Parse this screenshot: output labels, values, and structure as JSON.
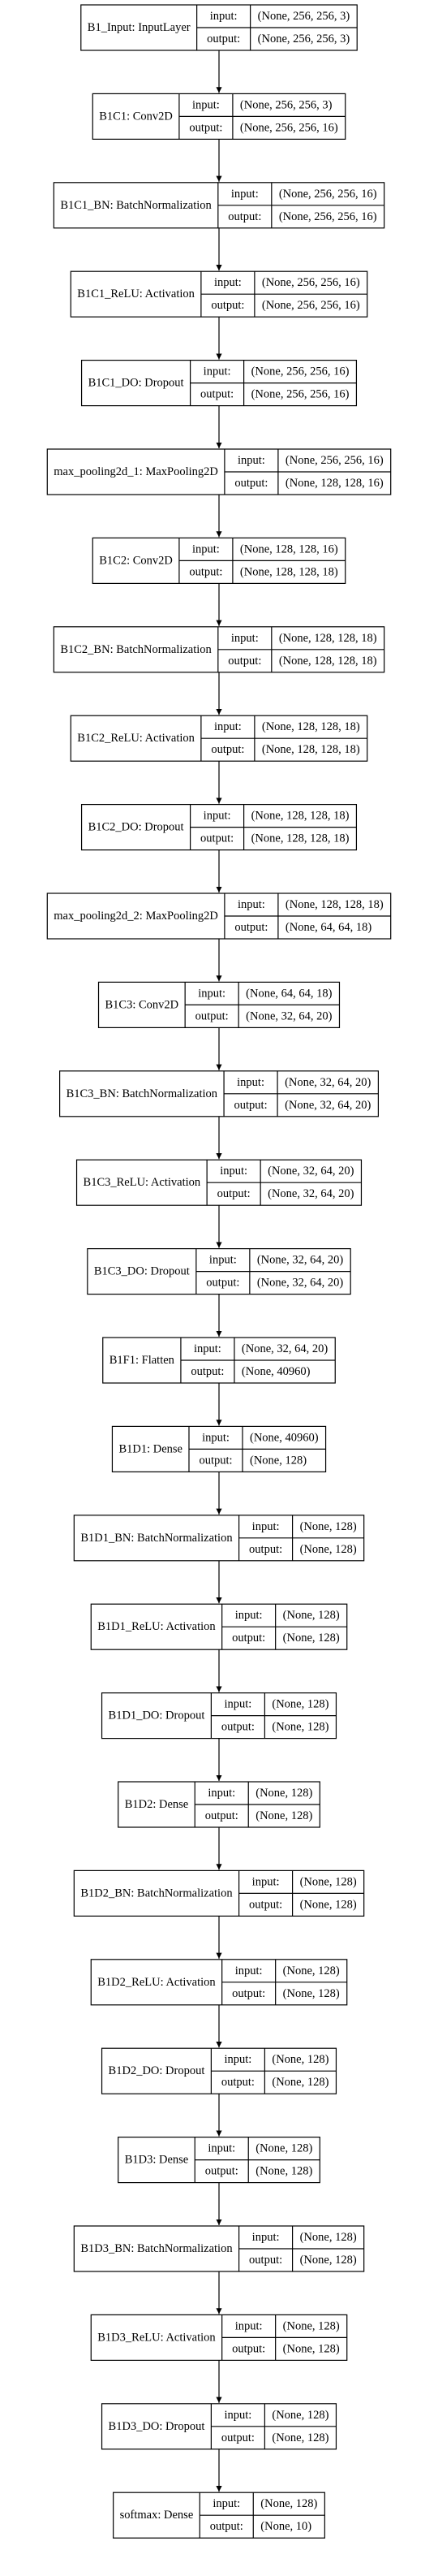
{
  "diagram": {
    "title": "",
    "port_labels": {
      "input": "input:",
      "output": "output:"
    },
    "colors": {
      "background": "#ffffff",
      "stroke": "#000000",
      "text": "#000000"
    },
    "layers": [
      {
        "label": "B1_Input: InputLayer",
        "input": "(None, 256, 256, 3)",
        "output": "(None, 256, 256, 3)"
      },
      {
        "label": "B1C1: Conv2D",
        "input": "(None, 256, 256, 3)",
        "output": "(None, 256, 256, 16)"
      },
      {
        "label": "B1C1_BN: BatchNormalization",
        "input": "(None, 256, 256, 16)",
        "output": "(None, 256, 256, 16)"
      },
      {
        "label": "B1C1_ReLU: Activation",
        "input": "(None, 256, 256, 16)",
        "output": "(None, 256, 256, 16)"
      },
      {
        "label": "B1C1_DO: Dropout",
        "input": "(None, 256, 256, 16)",
        "output": "(None, 256, 256, 16)"
      },
      {
        "label": "max_pooling2d_1: MaxPooling2D",
        "input": "(None, 256, 256, 16)",
        "output": "(None, 128, 128, 16)"
      },
      {
        "label": "B1C2: Conv2D",
        "input": "(None, 128, 128, 16)",
        "output": "(None, 128, 128, 18)"
      },
      {
        "label": "B1C2_BN: BatchNormalization",
        "input": "(None, 128, 128, 18)",
        "output": "(None, 128, 128, 18)"
      },
      {
        "label": "B1C2_ReLU: Activation",
        "input": "(None, 128, 128, 18)",
        "output": "(None, 128, 128, 18)"
      },
      {
        "label": "B1C2_DO: Dropout",
        "input": "(None, 128, 128, 18)",
        "output": "(None, 128, 128, 18)"
      },
      {
        "label": "max_pooling2d_2: MaxPooling2D",
        "input": "(None, 128, 128, 18)",
        "output": "(None, 64, 64, 18)"
      },
      {
        "label": "B1C3: Conv2D",
        "input": "(None, 64, 64, 18)",
        "output": "(None, 32, 64, 20)"
      },
      {
        "label": "B1C3_BN: BatchNormalization",
        "input": "(None, 32, 64, 20)",
        "output": "(None, 32, 64, 20)"
      },
      {
        "label": "B1C3_ReLU: Activation",
        "input": "(None, 32, 64, 20)",
        "output": "(None, 32, 64, 20)"
      },
      {
        "label": "B1C3_DO: Dropout",
        "input": "(None, 32, 64, 20)",
        "output": "(None, 32, 64, 20)"
      },
      {
        "label": "B1F1: Flatten",
        "input": "(None, 32, 64, 20)",
        "output": "(None, 40960)"
      },
      {
        "label": "B1D1: Dense",
        "input": "(None, 40960)",
        "output": "(None, 128)"
      },
      {
        "label": "B1D1_BN: BatchNormalization",
        "input": "(None, 128)",
        "output": "(None, 128)"
      },
      {
        "label": "B1D1_ReLU: Activation",
        "input": "(None, 128)",
        "output": "(None, 128)"
      },
      {
        "label": "B1D1_DO: Dropout",
        "input": "(None, 128)",
        "output": "(None, 128)"
      },
      {
        "label": "B1D2: Dense",
        "input": "(None, 128)",
        "output": "(None, 128)"
      },
      {
        "label": "B1D2_BN: BatchNormalization",
        "input": "(None, 128)",
        "output": "(None, 128)"
      },
      {
        "label": "B1D2_ReLU: Activation",
        "input": "(None, 128)",
        "output": "(None, 128)"
      },
      {
        "label": "B1D2_DO: Dropout",
        "input": "(None, 128)",
        "output": "(None, 128)"
      },
      {
        "label": "B1D3: Dense",
        "input": "(None, 128)",
        "output": "(None, 128)"
      },
      {
        "label": "B1D3_BN: BatchNormalization",
        "input": "(None, 128)",
        "output": "(None, 128)"
      },
      {
        "label": "B1D3_ReLU: Activation",
        "input": "(None, 128)",
        "output": "(None, 128)"
      },
      {
        "label": "B1D3_DO: Dropout",
        "input": "(None, 128)",
        "output": "(None, 128)"
      },
      {
        "label": "softmax: Dense",
        "input": "(None, 128)",
        "output": "(None, 10)"
      }
    ]
  }
}
